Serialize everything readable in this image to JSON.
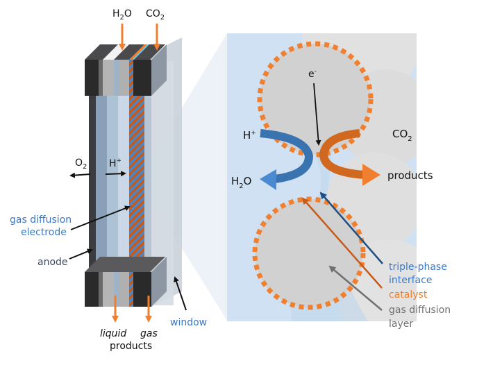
{
  "colors": {
    "orange": "#f08030",
    "dark_orange": "#c85a18",
    "blue": "#4a86c8",
    "dark_blue": "#1e4f80",
    "label_blue": "#3a78c8",
    "gray_text": "#666666",
    "navy_text": "#3a4860",
    "panel_blue": "#cfe1f2",
    "particle_gray": "#d2d1d1"
  },
  "cell": {
    "inputs": {
      "water": {
        "main": "H",
        "sub": "2",
        "tail": "O"
      },
      "co2": {
        "main": "CO",
        "sub": "2"
      }
    },
    "o2": {
      "main": "O",
      "sub": "2"
    },
    "proton": {
      "main": "H",
      "sup": "+"
    },
    "labels": {
      "gde_line1": "gas diffusion",
      "gde_line2": "electrode",
      "anode": "anode",
      "window": "window",
      "liquid": "liquid",
      "gas": "gas",
      "products": "products"
    }
  },
  "zoom": {
    "electron": {
      "main": "e",
      "sup": "-"
    },
    "proton": {
      "main": "H",
      "sup": "+"
    },
    "co2": {
      "main": "CO",
      "sub": "2"
    },
    "water": {
      "main": "H",
      "sub": "2",
      "tail": "O"
    },
    "products": "products",
    "legend": {
      "tpi_line1": "triple-phase",
      "tpi_line2": "interface",
      "catalyst": "catalyst",
      "gdl_line1": "gas diffusion",
      "gdl_line2": "layer"
    }
  }
}
